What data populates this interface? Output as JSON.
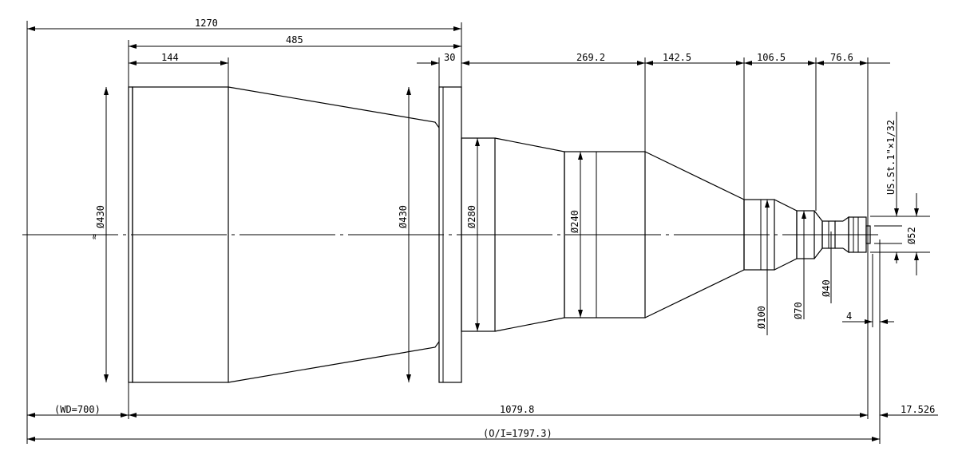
{
  "drawing": {
    "title": "Telecentric lens outline drawing",
    "dimensions_mm": {
      "overall_length": "1270",
      "front_section": "485",
      "front_barrel": "144",
      "flange": "30",
      "section_1": "269.2",
      "section_2": "142.5",
      "section_3": "106.5",
      "section_4": "76.6",
      "working_distance": "(WD=700)",
      "lens_length": "1079.8",
      "back_focus": "17.526",
      "object_to_image": "(O/I=1797.3)",
      "mount_step": "4"
    },
    "diameters": {
      "front": "Ø430",
      "flange": "Ø430",
      "d280": "Ø280",
      "d240": "Ø240",
      "d100": "Ø100",
      "d70": "Ø70",
      "d40": "Ø40",
      "d52": "Ø52"
    },
    "thread": "US.St.1\"×1/32",
    "break_symbol": "≈"
  }
}
